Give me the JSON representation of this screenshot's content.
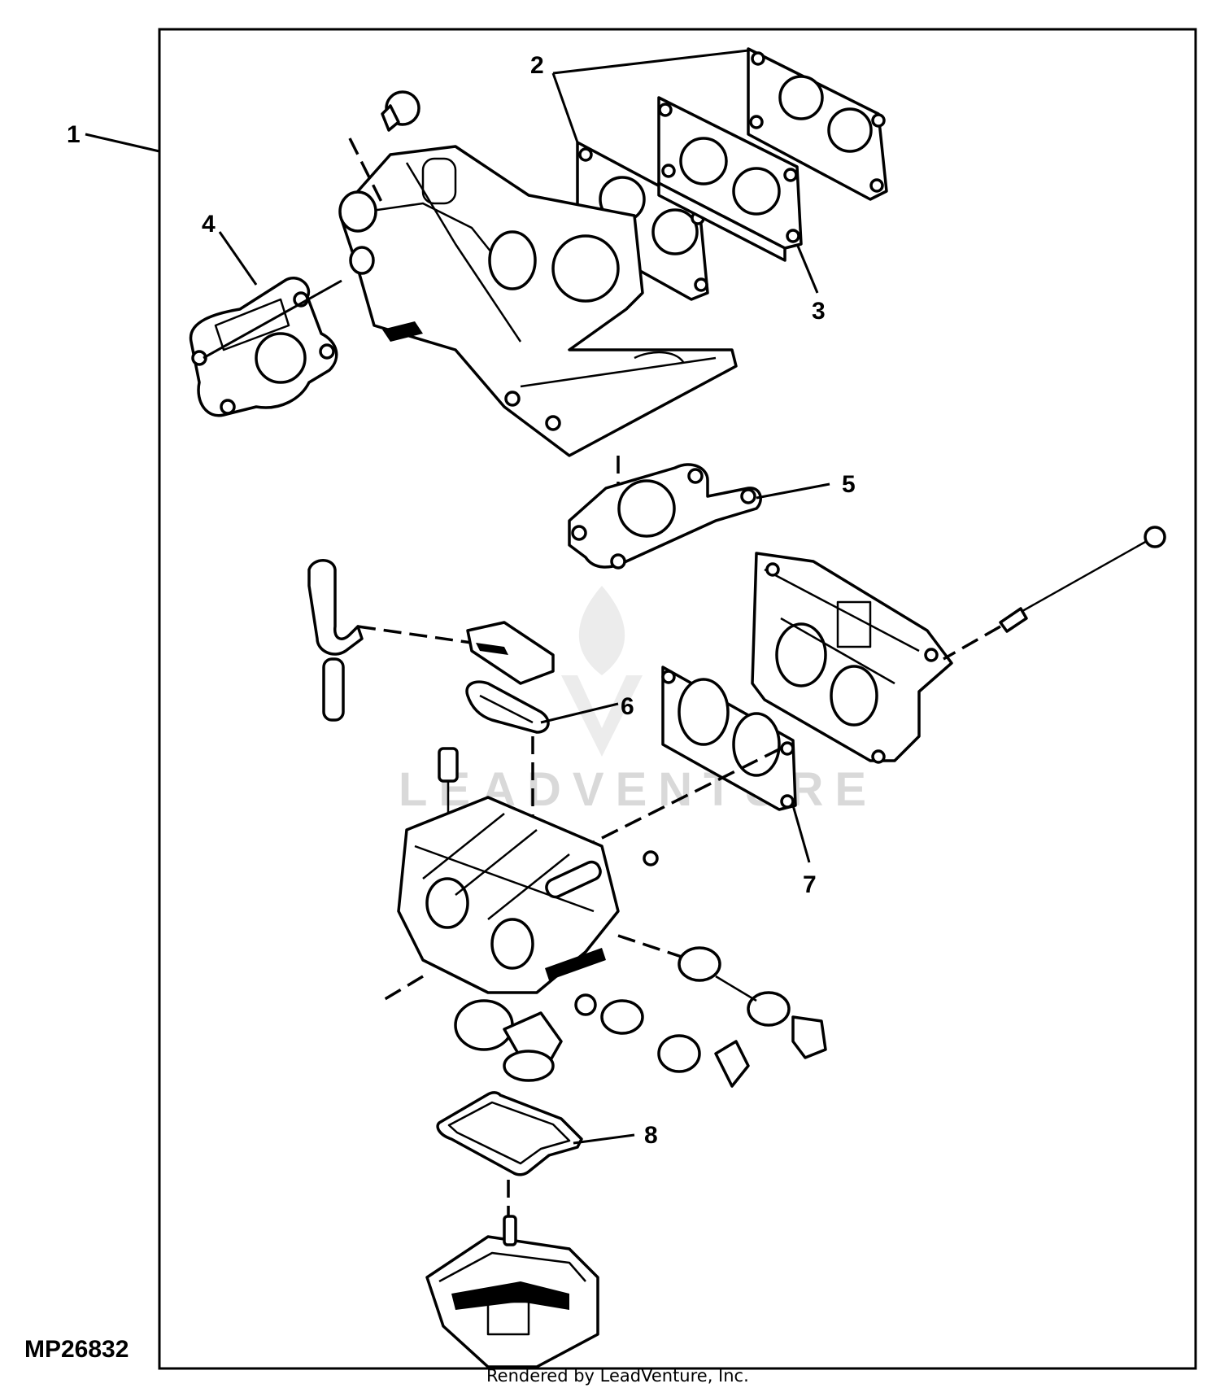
{
  "diagram": {
    "figure_id": "MP26832",
    "credit": "Rendered by LeadVenture, Inc.",
    "watermark": "LEADVENTURE",
    "callouts": [
      "1",
      "2",
      "3",
      "4",
      "5",
      "6",
      "7",
      "8"
    ]
  }
}
